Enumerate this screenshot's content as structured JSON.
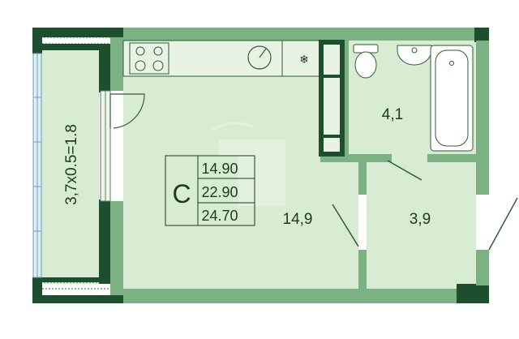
{
  "plan": {
    "unit_type_letter": "С",
    "unit_areas": [
      "14.90",
      "22.90",
      "24.70"
    ],
    "balcony_label": "3,7х0.5=1.8",
    "rooms": [
      {
        "id": "living",
        "area": "14,9"
      },
      {
        "id": "bathroom",
        "area": "4,1"
      },
      {
        "id": "hall",
        "area": "3,9"
      }
    ],
    "colors": {
      "floor": "#d7ecd2",
      "wall": "#7cb184",
      "wall_dark": "#1d4f2e",
      "line": "#2f5d34",
      "text": "#1e3a1e"
    },
    "icons": [
      "stove-icon",
      "sink-icon",
      "fridge-icon",
      "toilet-icon",
      "washbasin-icon",
      "bathtub-icon",
      "door-swing-icon",
      "watermark-logo"
    ]
  }
}
